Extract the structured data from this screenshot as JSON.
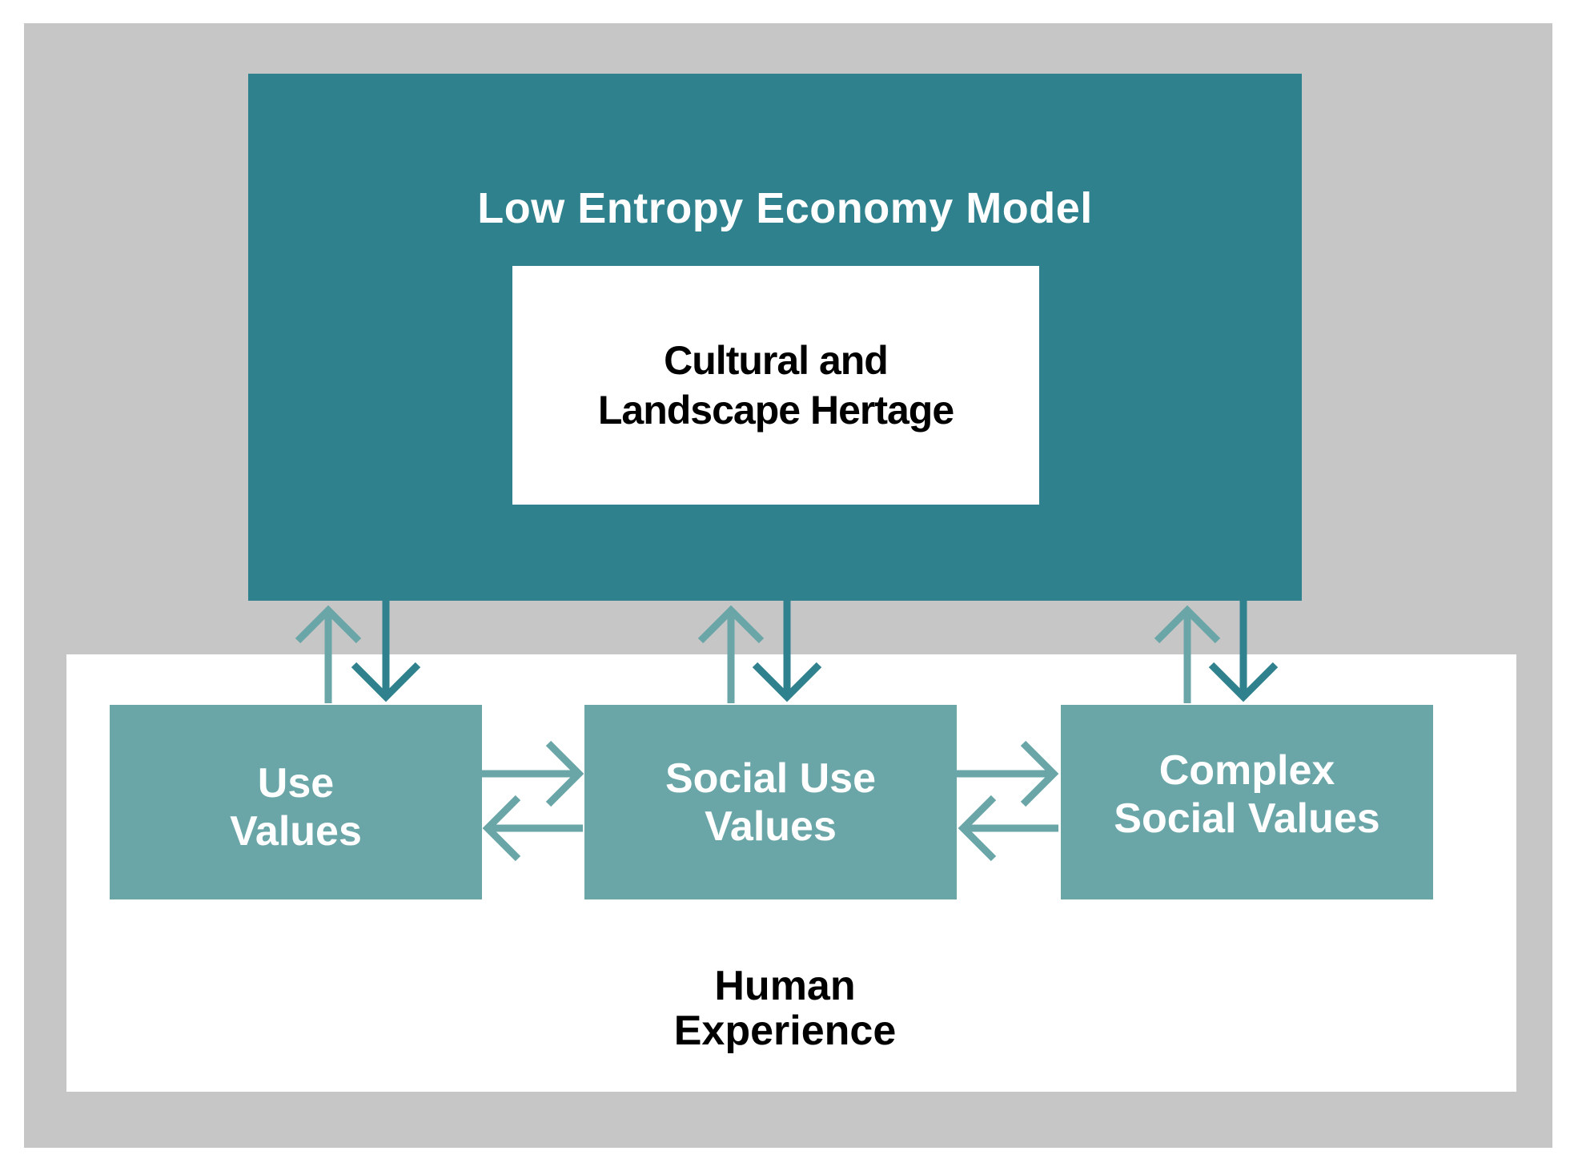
{
  "diagram": {
    "model_title": "Low Entropy Economy Model",
    "heritage_label": "Cultural and\nLandscape Hertage",
    "value_boxes": [
      {
        "id": "use",
        "label": "Use\nValues"
      },
      {
        "id": "social",
        "label": "Social Use\nValues"
      },
      {
        "id": "complex",
        "label": "Complex\nSocial Values"
      }
    ],
    "experience_label": "Human\nExperience"
  },
  "colors": {
    "frame": "#c6c6c6",
    "model_box": "#2f818e",
    "value_box": "#6aa6a8",
    "arrow_light": "#6aa6a8",
    "arrow_dark": "#2f818e",
    "panel": "#ffffff"
  }
}
